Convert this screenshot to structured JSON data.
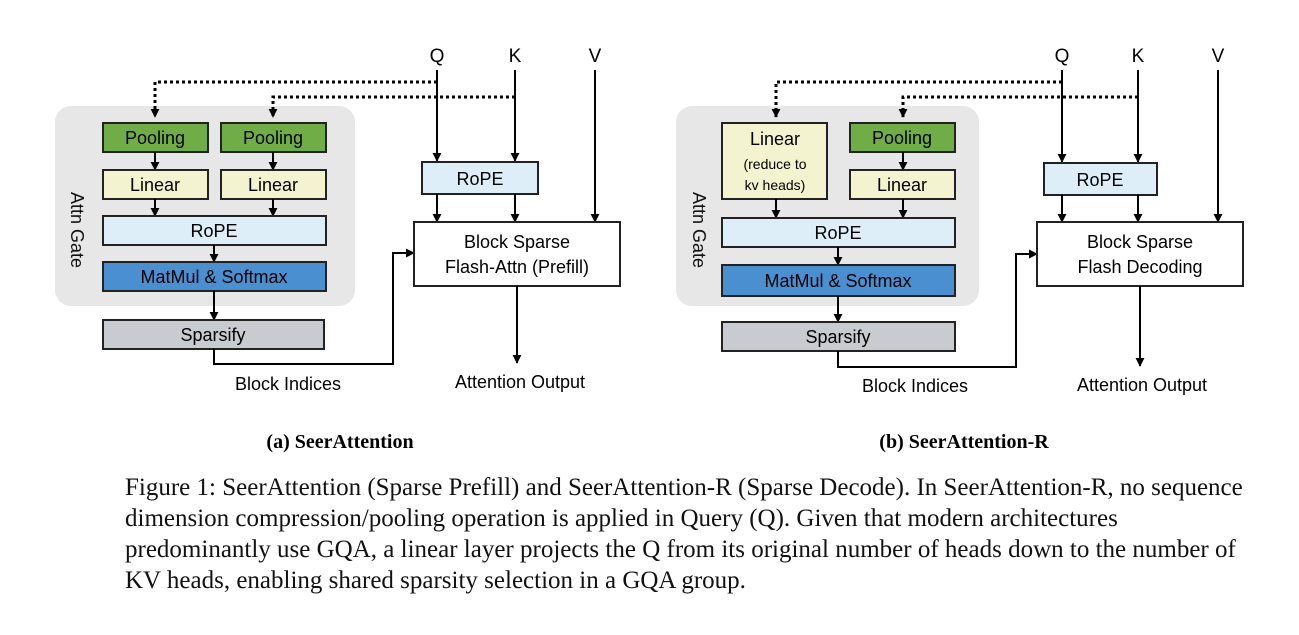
{
  "panel_a": {
    "inputs": {
      "q": "Q",
      "k": "K",
      "v": "V"
    },
    "gate_label": "Attn Gate",
    "pooling_left": "Pooling",
    "pooling_right": "Pooling",
    "linear_left": "Linear",
    "linear_right": "Linear",
    "rope_gate": "RoPE",
    "matmul": "MatMul & Softmax",
    "sparsify": "Sparsify",
    "block_indices": "Block Indices",
    "rope_main": "RoPE",
    "attn_line1": "Block Sparse",
    "attn_line2": "Flash-Attn (Prefill)",
    "output": "Attention Output",
    "subtitle": "(a) SeerAttention"
  },
  "panel_b": {
    "inputs": {
      "q": "Q",
      "k": "K",
      "v": "V"
    },
    "gate_label": "Attn Gate",
    "linear_left_line1": "Linear",
    "linear_left_line2": "(reduce to",
    "linear_left_line3": "kv heads)",
    "pooling_right": "Pooling",
    "linear_right": "Linear",
    "rope_gate": "RoPE",
    "matmul": "MatMul & Softmax",
    "sparsify": "Sparsify",
    "block_indices": "Block Indices",
    "rope_main": "RoPE",
    "attn_line1": "Block Sparse",
    "attn_line2": "Flash Decoding",
    "output": "Attention Output",
    "subtitle": "(b) SeerAttention-R"
  },
  "caption": "Figure 1: SeerAttention (Sparse Prefill) and SeerAttention-R (Sparse Decode). In SeerAttention-R, no sequence dimension compression/pooling operation is applied in Query (Q). Given that modern architectures predominantly use GQA, a linear layer projects the Q from its original number of heads down to the number of KV heads, enabling shared sparsity selection in a GQA group.",
  "colors": {
    "gate_background": "#e7e7e7",
    "pooling": "#70ad47",
    "linear": "#f3f4cf",
    "rope": "#ddeef8",
    "matmul": "#4a8fd0",
    "sparsify": "#c8cbcf"
  }
}
